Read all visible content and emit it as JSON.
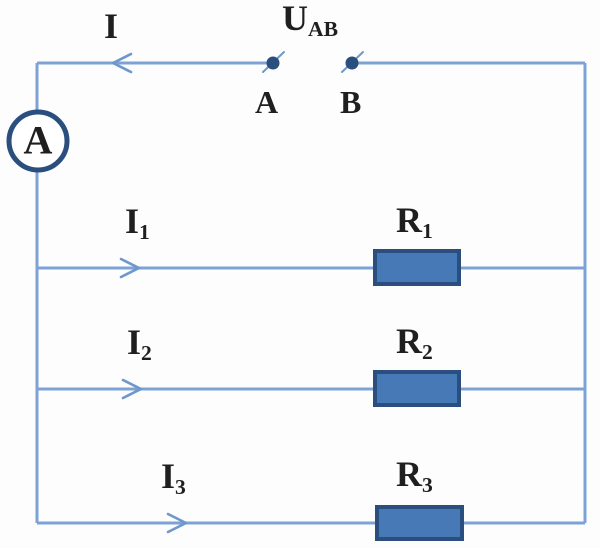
{
  "diagram": {
    "kind": "parallel-resistor-circuit",
    "colors": {
      "wire": "#7da3d6",
      "arrow": "#6e97cc",
      "dark": "#2a4f7e",
      "resistor_fill": "#4679b6",
      "text": "#1f1f1f",
      "bg": "#fdfdfd"
    },
    "top": {
      "total_current_label": "I",
      "voltage_label_main": "U",
      "voltage_label_sub": "AB",
      "terminal_a_label": "A",
      "terminal_b_label": "B"
    },
    "ammeter": {
      "label": "A"
    },
    "branches": [
      {
        "current_main": "I",
        "current_sub": "1",
        "resistor_main": "R",
        "resistor_sub": "1"
      },
      {
        "current_main": "I",
        "current_sub": "2",
        "resistor_main": "R",
        "resistor_sub": "2"
      },
      {
        "current_main": "I",
        "current_sub": "3",
        "resistor_main": "R",
        "resistor_sub": "3"
      }
    ]
  }
}
